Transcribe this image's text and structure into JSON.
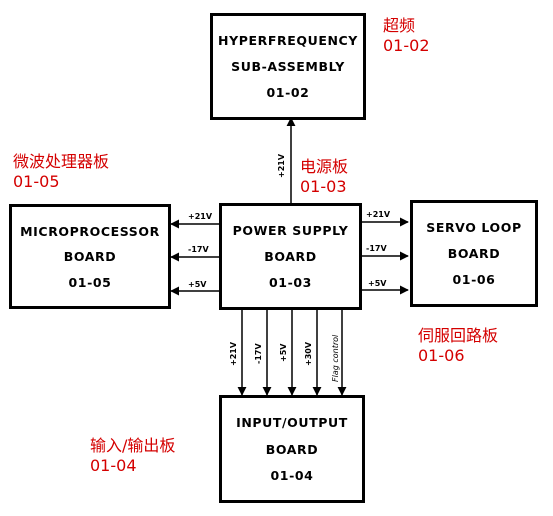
{
  "boxes": {
    "hyperfrequency": {
      "line1": "HYPERFREQUENCY",
      "line2": "SUB-ASSEMBLY",
      "code": "01-02"
    },
    "microprocessor": {
      "line1": "MICROPROCESSOR",
      "line2": "BOARD",
      "code": "01-05"
    },
    "power_supply": {
      "line1": "POWER SUPPLY",
      "line2": "BOARD",
      "code": "01-03"
    },
    "servo_loop": {
      "line1": "SERVO LOOP",
      "line2": "BOARD",
      "code": "01-06"
    },
    "input_output": {
      "line1": "INPUT/OUTPUT",
      "line2": "BOARD",
      "code": "01-04"
    }
  },
  "annotations": {
    "hyperfrequency": {
      "text": "超频",
      "code": "01-02"
    },
    "microprocessor": {
      "text": "微波处理器板",
      "code": "01-05"
    },
    "power_supply": {
      "text": "电源板",
      "code": "01-03"
    },
    "servo_loop": {
      "text": "伺服回路板",
      "code": "01-06"
    },
    "input_output": {
      "text": "输入/输出板",
      "code": "01-04"
    }
  },
  "wire_labels": {
    "up": "+21V",
    "left": [
      "+21V",
      "-17V",
      "+5V"
    ],
    "right": [
      "+21V",
      "-17V",
      "+5V"
    ],
    "down": [
      "+21V",
      "-17V",
      "+5V",
      "+30V",
      "Flag control"
    ]
  },
  "colors": {
    "annotation": "#d40000",
    "line": "#000000"
  }
}
